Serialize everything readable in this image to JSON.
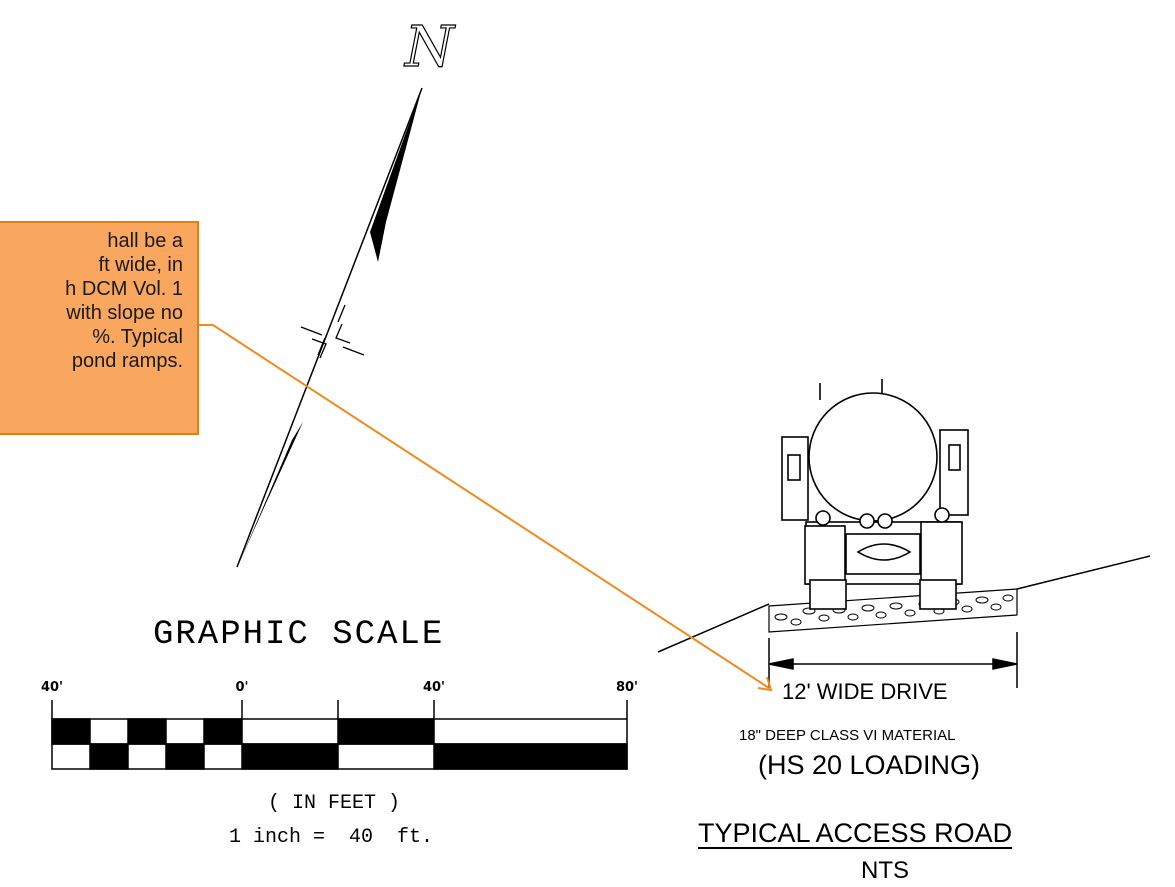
{
  "callout": {
    "lines": [
      "hall be a",
      "ft wide, in",
      "h DCM Vol. 1",
      "with slope no",
      "%. Typical",
      "pond ramps."
    ]
  },
  "north_arrow": {
    "letter": "N"
  },
  "graphic_scale": {
    "title": "GRAPHIC  SCALE",
    "tick_labels": [
      "40'",
      "0'",
      "40'",
      "80'"
    ],
    "units": "( IN FEET )",
    "ratio": "1 inch =  40  ft."
  },
  "road_detail": {
    "drive_label": "12' WIDE DRIVE",
    "material_label": "18\" DEEP CLASS VI MATERIAL",
    "loading_label": "(HS 20 LOADING)",
    "title": "TYPICAL ACCESS ROAD",
    "scale_note": "NTS"
  },
  "colors": {
    "callout_fill": "#f9a65e",
    "callout_border": "#e07f16",
    "leader_line": "#f08a1c",
    "ink": "#000000"
  }
}
